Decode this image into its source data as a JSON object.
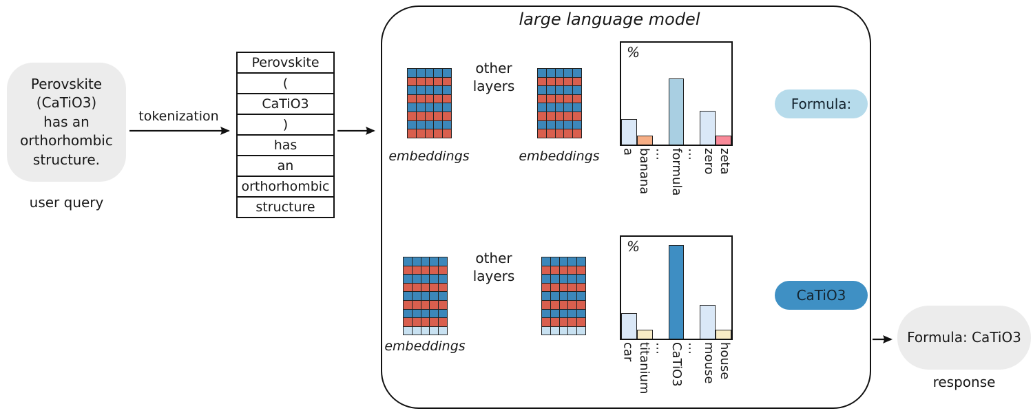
{
  "user_query": {
    "text": "Perovskite\n(CaTiO3)\nhas an\northorhombic\nstructure.",
    "label": "user query"
  },
  "tokenization_label": "tokenization",
  "tokens": [
    "Perovskite",
    "(",
    "CaTiO3",
    ")",
    "has",
    "an",
    "orthorhombic",
    "structure"
  ],
  "llm": {
    "title": "large language model",
    "row1": {
      "embeddings_label_left": "embeddings",
      "embeddings_label_right": "embeddings",
      "other_layers": "other\nlayers"
    },
    "row2": {
      "embeddings_label_left": "embeddings",
      "other_layers": "other\nlayers"
    }
  },
  "embeddings": {
    "colors": {
      "blue": "#3c87ba",
      "red": "#d95f4e",
      "lightblue": "#c8e1f1"
    },
    "grids": {
      "row1_left": {
        "columns": 5,
        "rows": [
          "blue",
          "red",
          "blue",
          "red",
          "blue",
          "red",
          "blue",
          "red"
        ]
      },
      "row1_right": {
        "columns": 5,
        "rows": [
          "blue",
          "red",
          "blue",
          "red",
          "blue",
          "red",
          "blue",
          "red"
        ]
      },
      "row2_left": {
        "columns": 5,
        "rows": [
          "blue",
          "red",
          "blue",
          "red",
          "blue",
          "red",
          "blue",
          "red",
          "lightblue"
        ]
      },
      "row2_right": {
        "columns": 5,
        "rows": [
          "blue",
          "red",
          "blue",
          "red",
          "blue",
          "red",
          "blue",
          "red",
          "lightblue"
        ]
      }
    }
  },
  "chart_data": [
    {
      "type": "bar",
      "ylabel": "%",
      "categories": [
        "a",
        "banana",
        "…",
        "formula",
        "…",
        "zero",
        "zeta"
      ],
      "slots": [
        {
          "label": "a",
          "value": 25,
          "color": "#dae8f7"
        },
        {
          "label": "banana",
          "value": 9,
          "color": "#f6ae85"
        },
        {
          "label": "…",
          "value": 0,
          "color": null
        },
        {
          "label": "formula",
          "value": 65,
          "color": "#a9cfe2"
        },
        {
          "label": "…",
          "value": 0,
          "color": null
        },
        {
          "label": "zero",
          "value": 33,
          "color": "#dae8f7"
        },
        {
          "label": "zeta",
          "value": 9,
          "color": "#f98a99"
        }
      ],
      "ylim": [
        0,
        100
      ],
      "legend": false
    },
    {
      "type": "bar",
      "ylabel": "%",
      "categories": [
        "car",
        "titanium",
        "…",
        "CaTiO3",
        "…",
        "mouse",
        "house"
      ],
      "slots": [
        {
          "label": "car",
          "value": 25,
          "color": "#dae8f7"
        },
        {
          "label": "titanium",
          "value": 9,
          "color": "#f8ecc6"
        },
        {
          "label": "…",
          "value": 0,
          "color": null
        },
        {
          "label": "CaTiO3",
          "value": 92,
          "color": "#3e8ec3"
        },
        {
          "label": "…",
          "value": 0,
          "color": null
        },
        {
          "label": "mouse",
          "value": 33,
          "color": "#dae8f7"
        },
        {
          "label": "house",
          "value": 9,
          "color": "#f8ecc6"
        }
      ],
      "ylim": [
        0,
        100
      ],
      "legend": false
    }
  ],
  "pills": {
    "formula": {
      "label": "Formula:",
      "color": "#b6dbeb"
    },
    "catio3": {
      "label": "CaTiO3",
      "color": "#3f90c4"
    }
  },
  "response": {
    "text": "Formula: CaTiO3",
    "label": "response"
  }
}
